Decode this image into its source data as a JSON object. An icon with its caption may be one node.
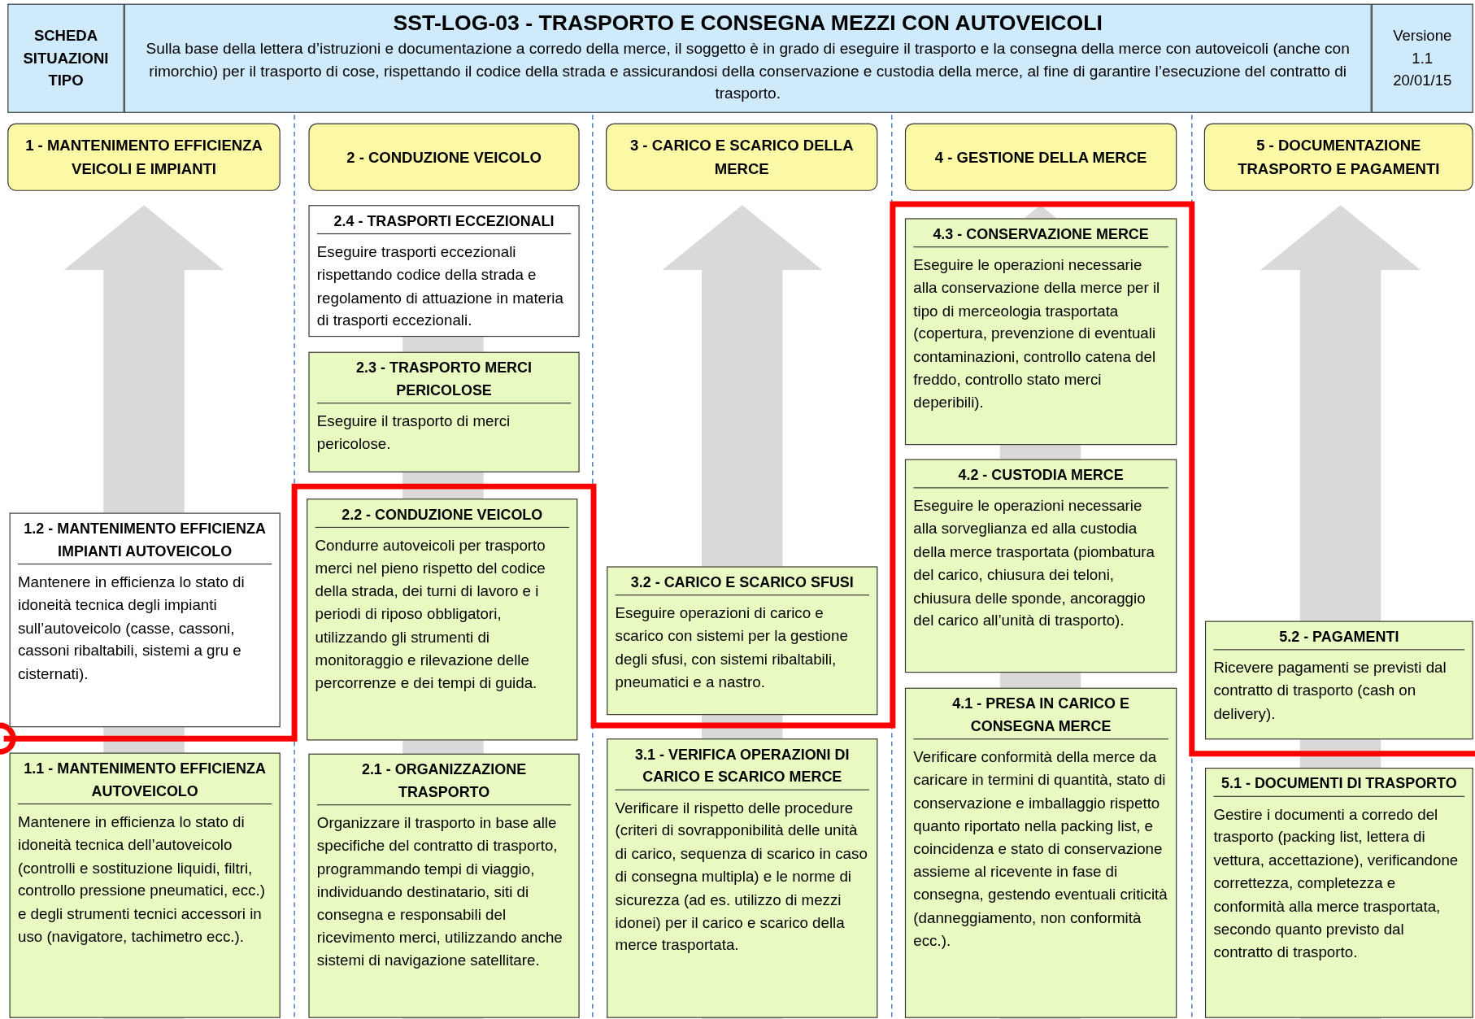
{
  "diagram": {
    "nodes": [
      {
        "text": [
          "SCHEDA SITUAZIONI TIPO"
        ]
      },
      {
        "text": [
          "SST-LOG-03  -  TRASPORTO E CONSEGNA MEZZI CON AUTOVEICOLI",
          "Sulla base della lettera d’istruzioni e documentazione a corredo della merce, il soggetto è in grado di eseguire il trasporto e la consegna della merce con autoveicoli (anche con rimorchio) per il trasporto di cose, rispettando il codice della strada e assicurandosi della conservazione e custodia della merce, al fine di garantire l’esecuzione del contratto di trasporto."
        ]
      },
      {
        "text": [
          "Versione",
          "1.1",
          "20/01/15"
        ]
      },
      {
        "text": [
          "1 - MANTENIMENTO EFFICIENZA VEICOLI E IMPIANTI"
        ]
      },
      {
        "text": [
          "2 - CONDUZIONE VEICOLO"
        ]
      },
      {
        "text": [
          "3 - CARICO E SCARICO DELLA MERCE"
        ]
      },
      {
        "text": [
          "4 - GESTIONE DELLA MERCE"
        ]
      },
      {
        "text": [
          "5 - DOCUMENTAZIONE TRASPORTO E PAGAMENTI"
        ]
      },
      {
        "text": [
          "1.2 - MANTENIMENTO EFFICIENZA IMPIANTI AUTOVEICOLO",
          "Mantenere in efficienza lo stato di idoneità tecnica degli impianti sull’autoveicolo (casse, cassoni, cassoni ribaltabili, sistemi a gru e cisternati)."
        ]
      },
      {
        "text": [
          "1.1 - MANTENIMENTO EFFICIENZA AUTOVEICOLO",
          "Mantenere in efficienza lo stato di idoneità tecnica dell’autoveicolo (controlli e sostituzione liquidi, filtri, controllo pressione pneumatici, ecc.) e degli strumenti tecnici accessori in uso (navigatore, tachimetro ecc.)."
        ]
      },
      {
        "text": [
          "2.4 - TRASPORTI ECCEZIONALI",
          "Eseguire trasporti eccezionali rispettando codice della strada e regolamento di attuazione in materia di trasporti eccezionali."
        ]
      },
      {
        "text": [
          "2.3 - TRASPORTO MERCI PERICOLOSE",
          "Eseguire il trasporto di merci pericolose."
        ]
      },
      {
        "text": [
          "2.2 - CONDUZIONE VEICOLO",
          "Condurre autoveicoli per trasporto merci nel pieno rispetto del codice della strada, dei turni di lavoro e i periodi di riposo obbligatori, utilizzando gli strumenti di monitoraggio e rilevazione delle percorrenze e dei tempi di guida."
        ]
      },
      {
        "text": [
          "2.1 - ORGANIZZAZIONE TRASPORTO",
          "Organizzare il trasporto in base alle specifiche del contratto di trasporto, programmando tempi di viaggio, individuando destinatario, siti di consegna e responsabili del ricevimento merci, utilizzando anche sistemi di navigazione satellitare."
        ]
      },
      {
        "text": [
          "3.2 - CARICO E SCARICO SFUSI",
          "Eseguire operazioni di carico e scarico con sistemi per la gestione degli sfusi, con sistemi ribaltabili, pneumatici e a nastro."
        ]
      },
      {
        "text": [
          "3.1 - VERIFICA OPERAZIONI DI CARICO E SCARICO MERCE",
          "Verificare il rispetto delle procedure (criteri di sovrapponibilità delle unità di carico, sequenza di scarico in caso di consegna multipla) e le norme di sicurezza (ad es. utilizzo di mezzi idonei) per il carico e scarico della merce trasportata."
        ]
      },
      {
        "text": [
          "4.3 - CONSERVAZIONE MERCE",
          "Eseguire le operazioni necessarie alla conservazione della merce per il tipo di merceologia trasportata (copertura, prevenzione di eventuali contaminazioni, controllo catena del freddo, controllo stato merci deperibili)."
        ]
      },
      {
        "text": [
          "4.2 - CUSTODIA MERCE",
          "Eseguire le operazioni necessarie alla sorveglianza ed alla custodia della merce trasportata (piombatura del carico, chiusura dei teloni, chiusura delle sponde, ancoraggio del carico all’unità di trasporto)."
        ]
      },
      {
        "text": [
          "4.1 - PRESA IN CARICO E CONSEGNA MERCE",
          "Verificare conformità della merce da caricare in termini di quantità, stato di conservazione e imballaggio rispetto quanto riportato nella packing list, e coincidenza e stato di conservazione assieme al ricevente in fase di consegna, gestendo eventuali criticità (danneggiamento, non conformità ecc.)."
        ]
      },
      {
        "text": [
          "5.2 - PAGAMENTI",
          "Ricevere pagamenti se previsti dal contratto di trasporto (cash on delivery)."
        ]
      },
      {
        "text": [
          "5.1 - DOCUMENTI DI TRASPORTO",
          "Gestire i documenti a corredo del trasporto (packing list, lettera di vettura, accettazione), verificandone correttezza, completezza e conformità alla merce trasportata, secondo quanto previsto dal contratto di trasporto."
        ]
      }
    ]
  }
}
